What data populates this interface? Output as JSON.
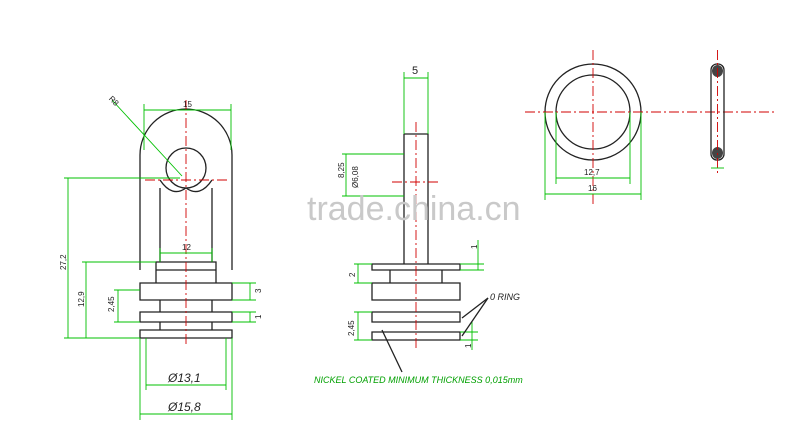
{
  "watermark": "trade.china.cn",
  "left_view": {
    "radius": "R8",
    "width_top": "15",
    "height_total": "27,2",
    "height_lower": "12,9",
    "neck_width": "12",
    "groove": "2,45",
    "side_3": "3",
    "side_1": "1",
    "dia_inner": "Ø13,1",
    "dia_outer": "Ø15,8"
  },
  "middle_view": {
    "width_top": "5",
    "dim_825": "8,25",
    "dim_608": "Ø6,08",
    "dim_1": "1",
    "dim_2": "2",
    "dim_245": "2,45",
    "dim_1b": "1",
    "oring_label": "0 RING",
    "note": "NICKEL COATED MINIMUM THICKNESS 0,015mm"
  },
  "right_view": {
    "ring_inner": "12,7",
    "ring_outer": "16"
  }
}
